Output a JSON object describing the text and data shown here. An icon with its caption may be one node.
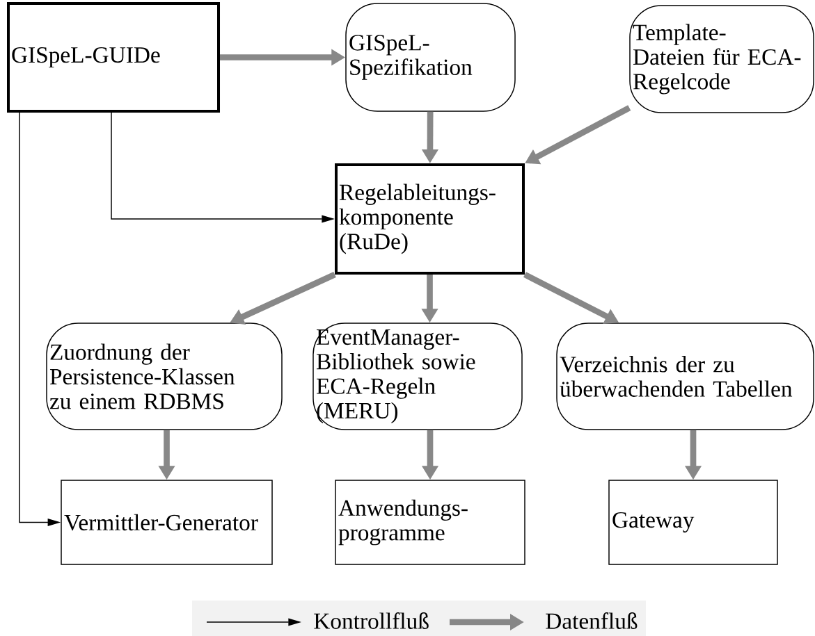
{
  "diagram": {
    "nodes": [
      {
        "text": [
          "GISpeL-GUIDe"
        ]
      },
      {
        "text": [
          "GISpeL-Spezifikation"
        ]
      },
      {
        "text": [
          "Template-Dateien für ECA-Regelcode"
        ]
      },
      {
        "text": [
          "Regelableitungs- komponente (RuDe)"
        ]
      },
      {
        "text": [
          "Zuordnung der Persistence-Klassen zu einem RDBMS"
        ]
      },
      {
        "text": [
          "EventManager-Bibliothek sowie ECA-Regeln (MERU)"
        ]
      },
      {
        "text": [
          "Verzeichnis der zu überwachenden Tabellen"
        ]
      },
      {
        "text": [
          "Vermittler-Generator"
        ]
      },
      {
        "text": [
          "Anwendungs- programme"
        ]
      },
      {
        "text": [
          "Gateway"
        ]
      }
    ],
    "edges": [
      {
        "from": 0,
        "to": 1,
        "arrow": "to"
      },
      {
        "from": 1,
        "to": 3,
        "arrow": "to"
      },
      {
        "from": 2,
        "to": 3,
        "arrow": "to"
      },
      {
        "from": 0,
        "to": 3,
        "arrow": "to",
        "color": "#000000"
      },
      {
        "from": 0,
        "to": 7,
        "arrow": "to",
        "color": "#000000"
      },
      {
        "from": 3,
        "to": 4,
        "arrow": "to"
      },
      {
        "from": 3,
        "to": 5,
        "arrow": "to"
      },
      {
        "from": 3,
        "to": 6,
        "arrow": "to"
      },
      {
        "from": 4,
        "to": 7,
        "arrow": "to"
      },
      {
        "from": 5,
        "to": 8,
        "arrow": "to"
      },
      {
        "from": 6,
        "to": 9,
        "arrow": "to"
      }
    ],
    "legend": [
      {
        "text": "Kontrollfluß"
      },
      {
        "text": "Datenfluß"
      }
    ]
  }
}
